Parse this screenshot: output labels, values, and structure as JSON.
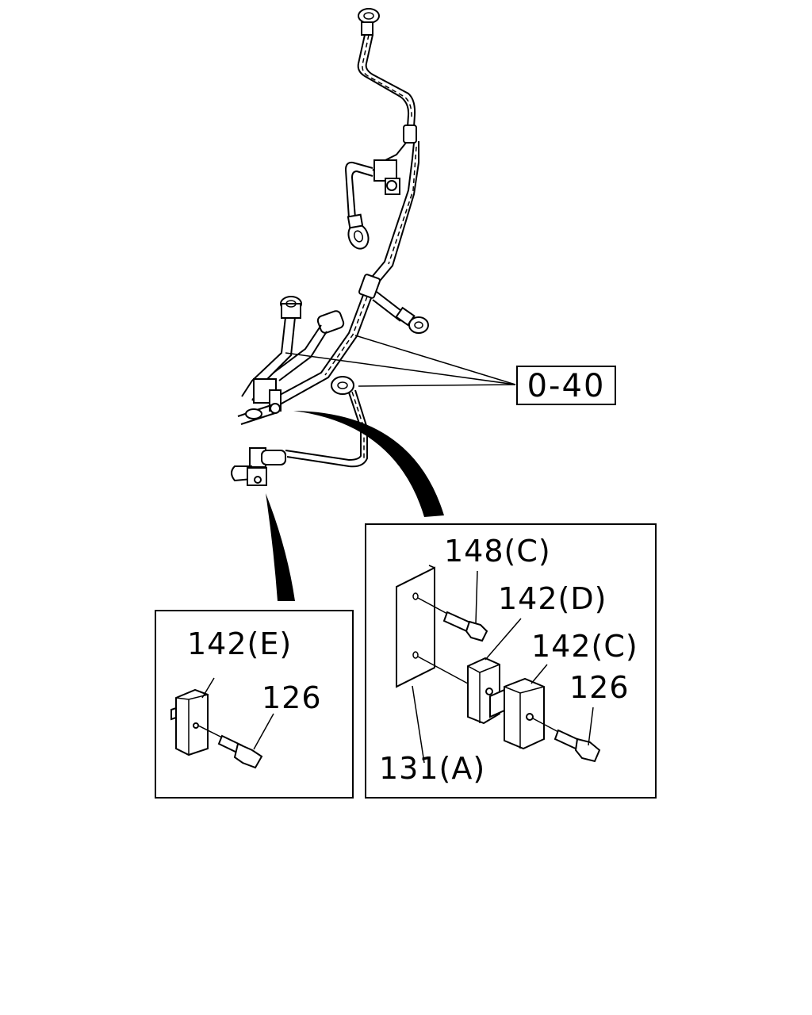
{
  "diagram": {
    "reference_box": "0-40",
    "detail_left": {
      "labels": [
        "142(E)",
        "126"
      ]
    },
    "detail_right": {
      "labels": [
        "148(C)",
        "142(D)",
        "142(C)",
        "126",
        "131(A)"
      ]
    }
  }
}
